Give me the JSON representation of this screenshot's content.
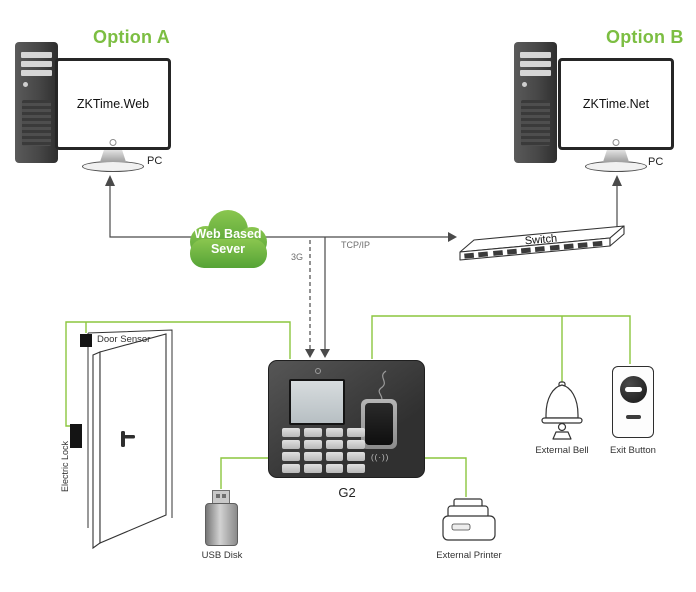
{
  "colors": {
    "accent_green": "#7CBE42",
    "wire_green": "#8CC63E",
    "cloud_green_top": "#8AC64F",
    "cloud_green_bottom": "#55A336"
  },
  "option_a": {
    "title": "Option A",
    "screen_label": "ZKTime.Web",
    "pc_label": "PC"
  },
  "option_b": {
    "title": "Option B",
    "screen_label": "ZKTime.Net",
    "pc_label": "PC"
  },
  "cloud": {
    "line1": "Web Based",
    "line2": "Sever"
  },
  "links": {
    "tcpip": "TCP/IP",
    "mobile": "3G"
  },
  "switch": {
    "label": "Switch"
  },
  "terminal": {
    "label": "G2"
  },
  "door": {
    "sensor_label": "Door Sensor",
    "lock_label": "Electric Lock"
  },
  "peripherals": {
    "usb": "USB Disk",
    "printer": "External Printer",
    "bell": "External Bell",
    "exit": "Exit Button"
  },
  "icons": {
    "antenna": "((·))"
  }
}
